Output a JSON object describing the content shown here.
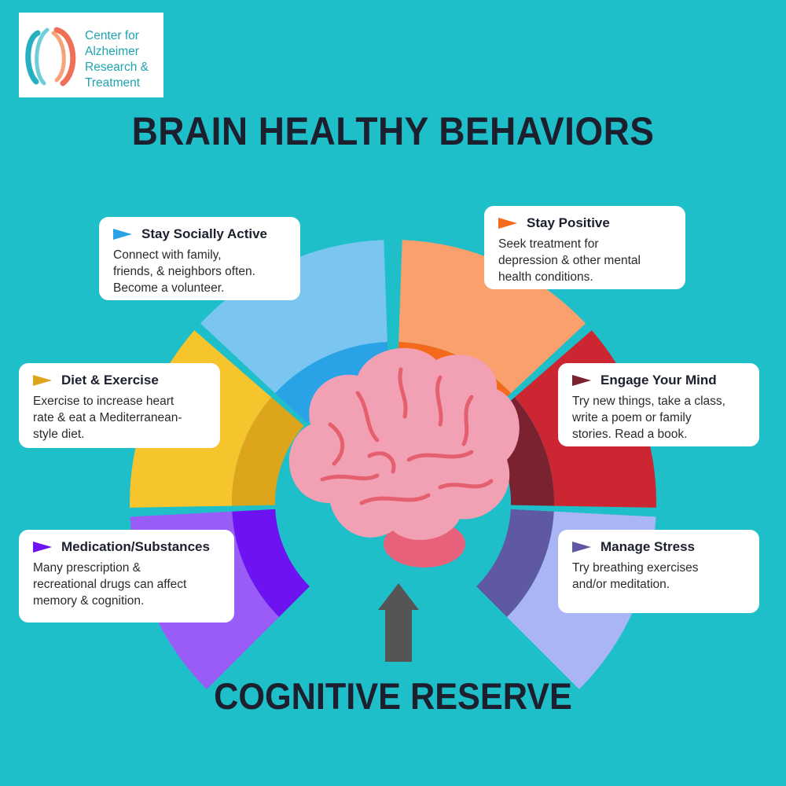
{
  "logo": {
    "lines": [
      "Center for",
      "Alzheimer",
      "Research &",
      "Treatment"
    ],
    "icon": "brain-outline-icon"
  },
  "title": "BRAIN HEALTHY BEHAVIORS",
  "footer": "COGNITIVE RESERVE",
  "colors": {
    "background": "#1fbfc9",
    "text_dark": "#1c1f2e",
    "arrow": "#555555",
    "brain": "#f2a0b4",
    "brain_lines": "#e5606f"
  },
  "behaviors": [
    {
      "id": "social",
      "title": "Stay Socially Active",
      "lines": [
        "Connect with family,",
        "friends, & neighbors often.",
        "Become a volunteer."
      ],
      "color": "#7ac6f0",
      "inner_color": "#2aa2e6"
    },
    {
      "id": "positive",
      "title": "Stay Positive",
      "lines": [
        "Seek treatment for",
        "depression & other mental",
        "health conditions."
      ],
      "color": "#f9a06c",
      "inner_color": "#f46a1a"
    },
    {
      "id": "diet",
      "title": "Diet & Exercise",
      "lines": [
        "Exercise to increase heart",
        "rate & eat a Mediterranean-",
        "style diet."
      ],
      "color": "#f6c42c",
      "inner_color": "#dca51c"
    },
    {
      "id": "mind",
      "title": "Engage Your Mind",
      "lines": [
        "Try new things, take a class,",
        "write a poem or family",
        "stories. Read a book."
      ],
      "color": "#cc2633",
      "inner_color": "#7b2230"
    },
    {
      "id": "medication",
      "title": "Medication/Substances",
      "lines": [
        "Many prescription &",
        "recreational drugs can affect",
        "memory & cognition."
      ],
      "color": "#9a5cf6",
      "inner_color": "#6d12f0"
    },
    {
      "id": "stress",
      "title": "Manage Stress",
      "lines": [
        "Try breathing exercises",
        "and/or meditation."
      ],
      "color": "#a9b5f5",
      "inner_color": "#5f59a3"
    }
  ]
}
